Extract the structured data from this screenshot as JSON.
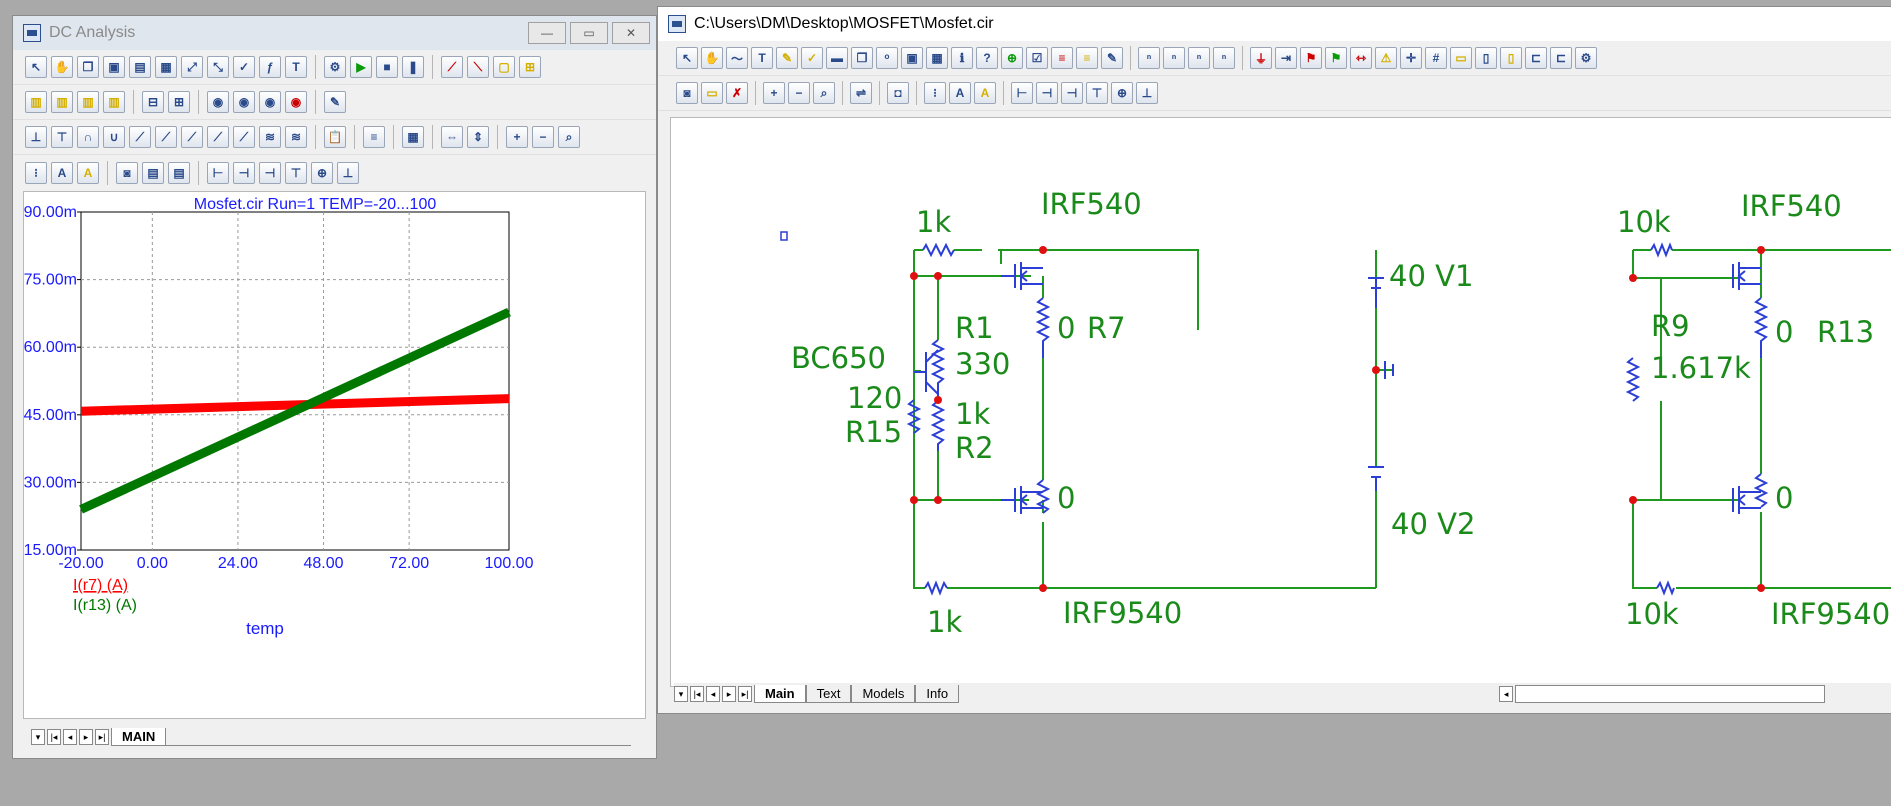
{
  "dc_window": {
    "title": "DC Analysis",
    "chart_title": "Mosfet.cir Run=1 TEMP=-20...100",
    "legend": [
      "I(r7) (A)",
      "I(r13) (A)"
    ],
    "xlabel": "temp",
    "tab": "MAIN"
  },
  "cir_window": {
    "title": "C:\\Users\\DM\\Desktop\\MOSFET\\Mosfet.cir",
    "tabs": [
      "Main",
      "Text",
      "Models",
      "Info"
    ]
  },
  "schematic": {
    "labels": {
      "r_top_left": "1k",
      "q_top_left": "IRF540",
      "v1": "40 V1",
      "r1_name": "R1",
      "r1_val": "330",
      "bjt": "BC650",
      "r15_val": "120",
      "r15_name": "R15",
      "r2_val": "1k",
      "r2_name": "R2",
      "r7_val": "0",
      "r7_name": "R7",
      "r_mid_left": "0",
      "v2": "40 V2",
      "r_bot_left": "1k",
      "q_bot_left": "IRF9540",
      "r_top_right": "10k",
      "q_top_right": "IRF540",
      "r9_name": "R9",
      "r9_val": "1.617k",
      "r13_val": "0",
      "r13_name": "R13",
      "r_mid_right": "0",
      "r_bot_right": "10k",
      "q_bot_right": "IRF9540"
    }
  },
  "chart_data": {
    "type": "line",
    "title": "Mosfet.cir Run=1 TEMP=-20...100",
    "xlabel": "temp",
    "ylabel": "",
    "xlim": [
      -20,
      100
    ],
    "ylim": [
      15,
      90
    ],
    "x_ticks": [
      "-20.00",
      "0.00",
      "24.00",
      "48.00",
      "72.00",
      "100.00"
    ],
    "x_tick_values": [
      -20,
      0,
      24,
      48,
      72,
      100
    ],
    "y_ticks": [
      "15.00m",
      "30.00m",
      "45.00m",
      "60.00m",
      "75.00m",
      "90.00m"
    ],
    "y_tick_values": [
      15,
      30,
      45,
      60,
      75,
      90
    ],
    "grid": true,
    "series": [
      {
        "name": "I(r7) (A)",
        "color": "#ff0000",
        "x": [
          -20,
          100
        ],
        "values": [
          45.8,
          48.6
        ]
      },
      {
        "name": "I(r13) (A)",
        "color": "#007800",
        "x": [
          -20,
          100
        ],
        "values": [
          24.0,
          67.8
        ]
      }
    ]
  }
}
